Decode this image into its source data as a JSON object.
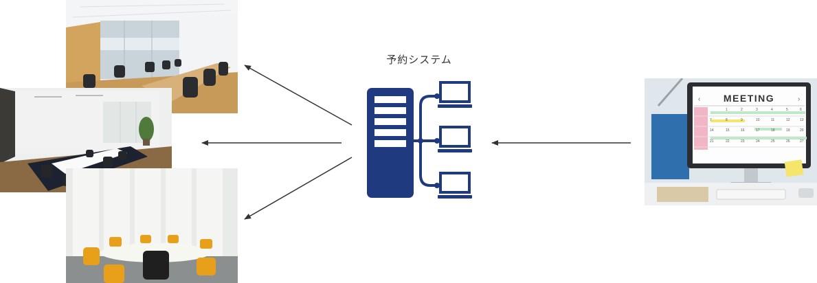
{
  "system": {
    "label": "予約システム"
  },
  "calendar": {
    "title": "MEETING",
    "prev": "‹",
    "next": "›",
    "row1": [
      "1",
      "2",
      "3",
      "4",
      "5",
      "6"
    ],
    "row2": [
      "7",
      "8",
      "9",
      "10",
      "11",
      "12",
      "13"
    ],
    "row3": [
      "14",
      "15",
      "16",
      "17",
      "18",
      "19",
      "20"
    ],
    "row4": [
      "21",
      "22",
      "23",
      "24",
      "25",
      "26",
      "27"
    ]
  },
  "colors": {
    "navy": "#1f3a7e",
    "arrow": "#333333",
    "chair_orange": "#e8a01a",
    "calendar_pink": "#f2b5c6",
    "calendar_green": "#bfe8c9",
    "calendar_yellow": "#f5e56b"
  }
}
